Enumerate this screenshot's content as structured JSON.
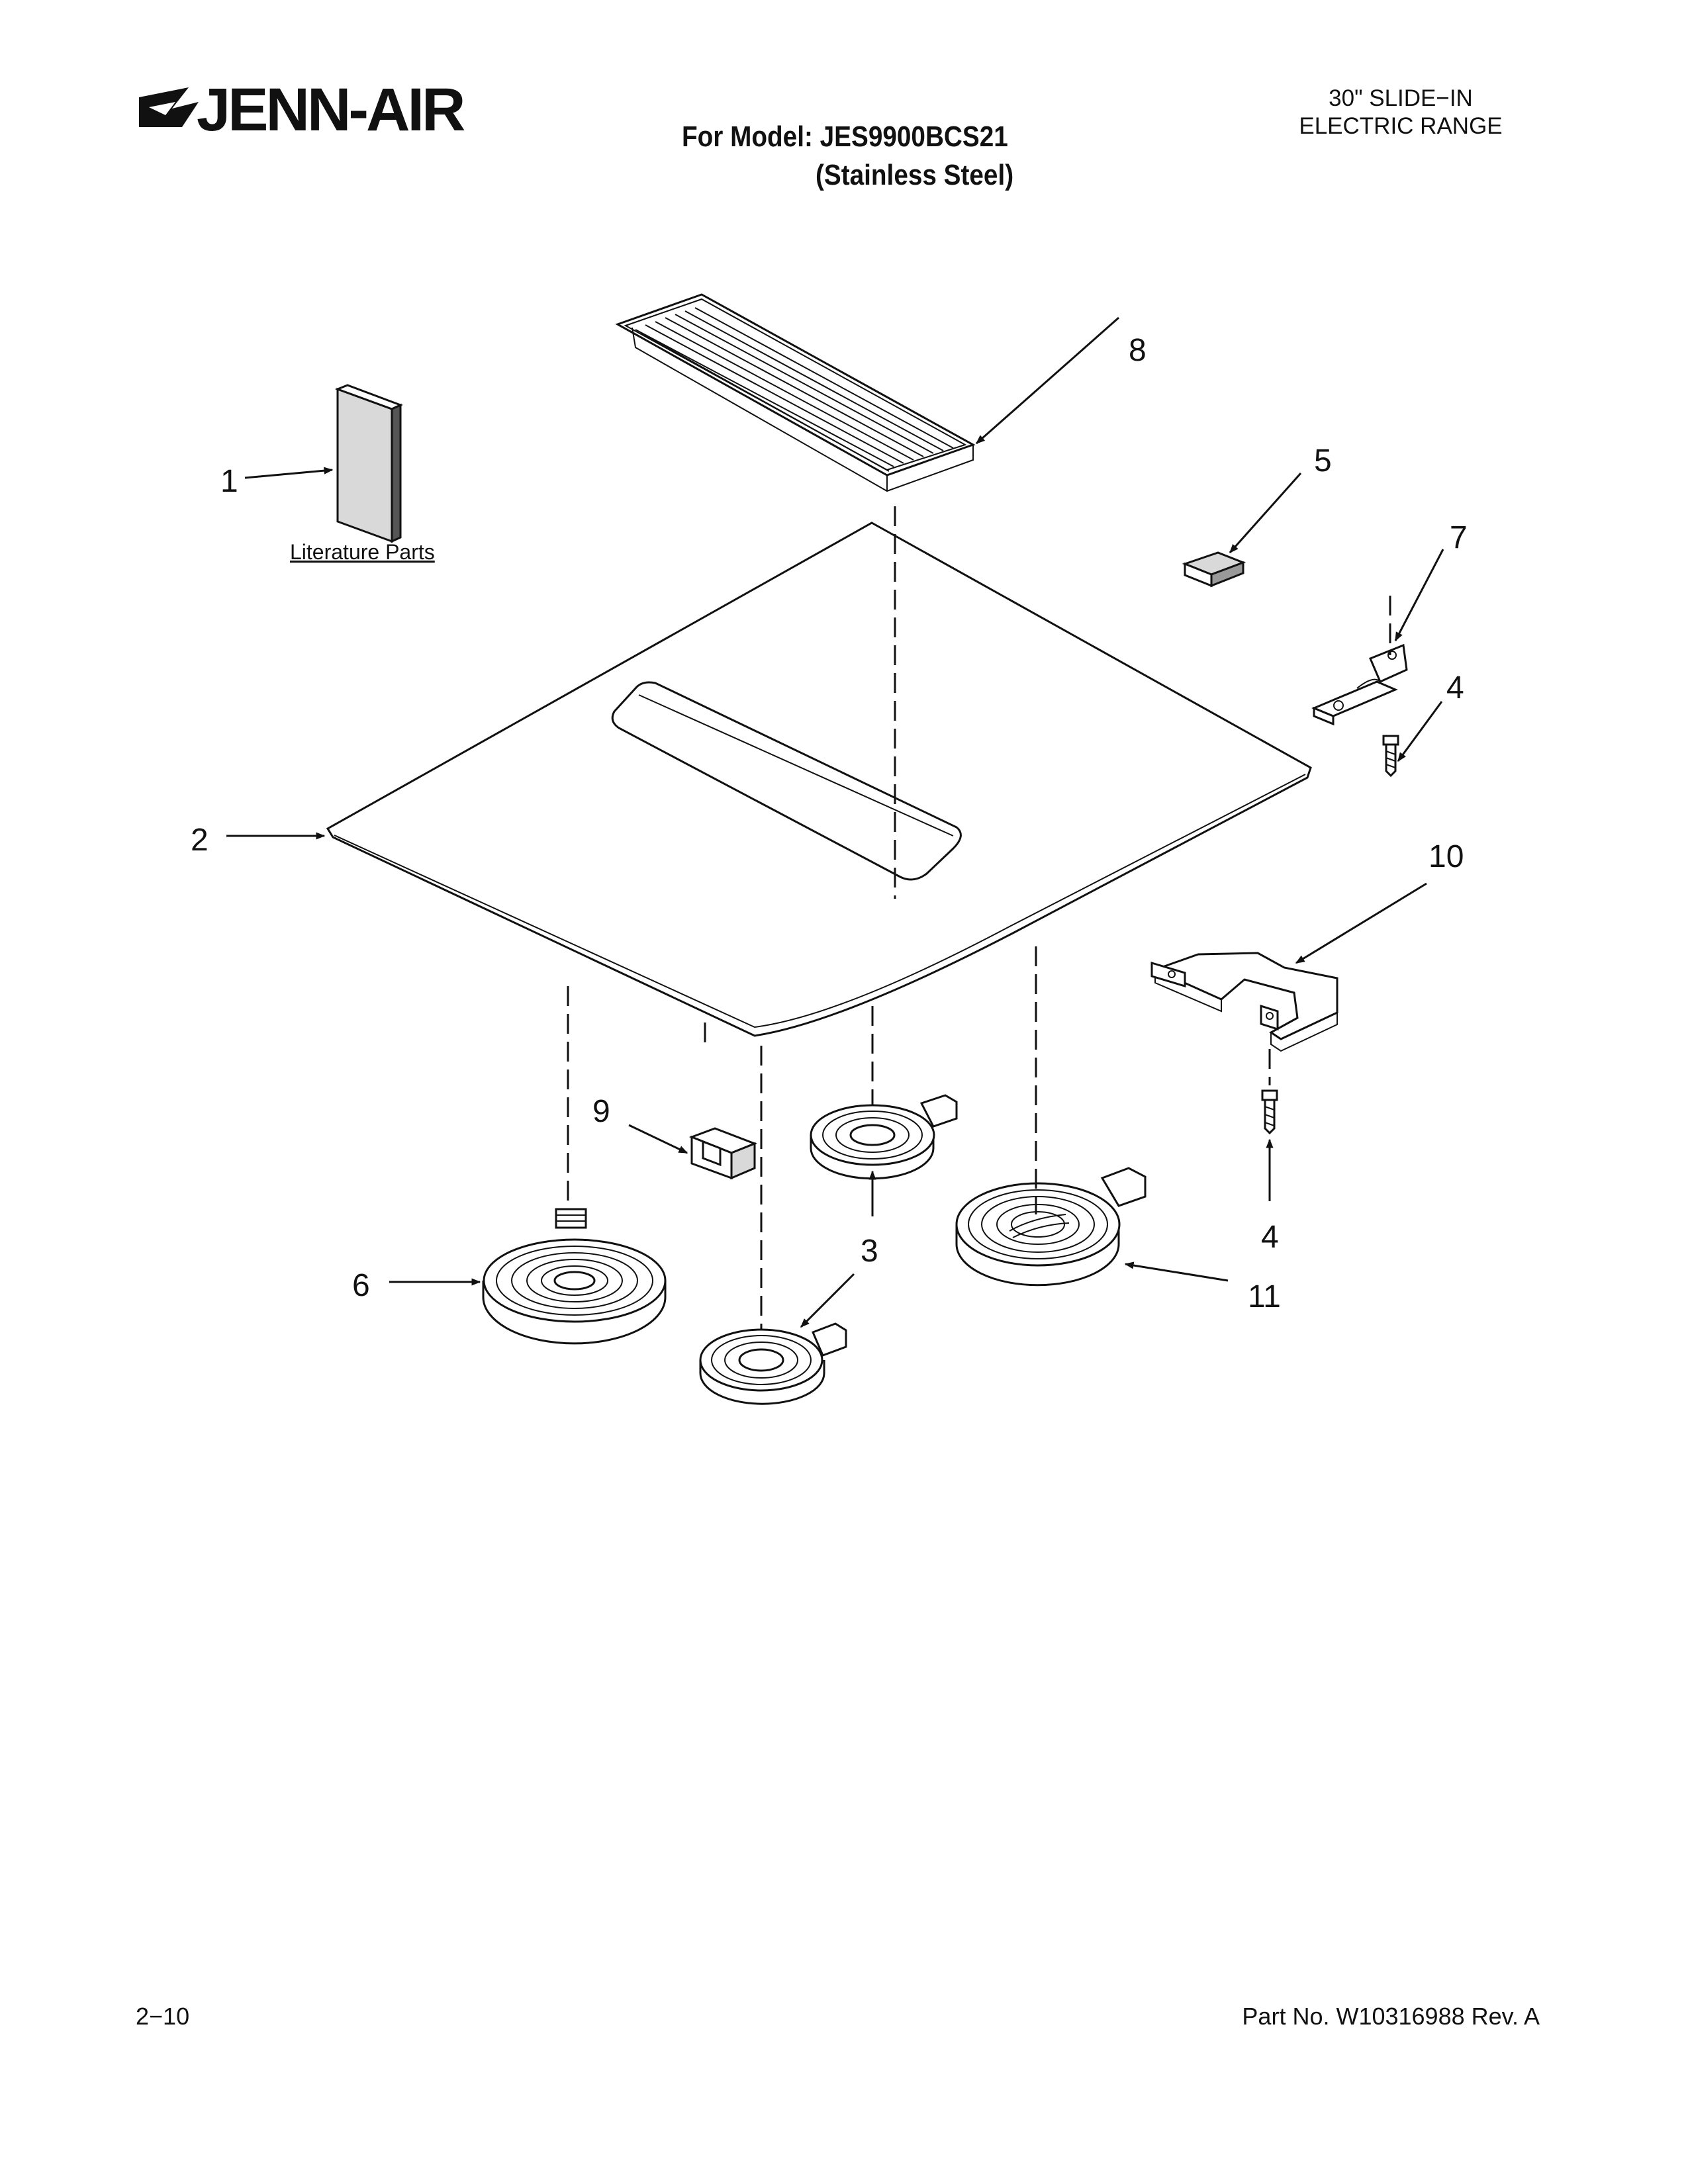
{
  "header": {
    "brand": "JENN-AIR",
    "model_line": "For Model: JES9900BCS21",
    "finish_line": "(Stainless Steel)",
    "product_type_line1": "30\" SLIDE−IN",
    "product_type_line2": "ELECTRIC RANGE"
  },
  "diagram": {
    "callouts": {
      "c1": "1",
      "c2": "2",
      "c3a": "3",
      "c3b": "3",
      "c4a": "4",
      "c4b": "4",
      "c5": "5",
      "c6": "6",
      "c7": "7",
      "c8": "8",
      "c9": "9",
      "c10": "10",
      "c11": "11"
    },
    "literature_caption": "Literature Parts"
  },
  "footer": {
    "page_number": "2−10",
    "part_number": "Part No. W10316988 Rev. A"
  }
}
